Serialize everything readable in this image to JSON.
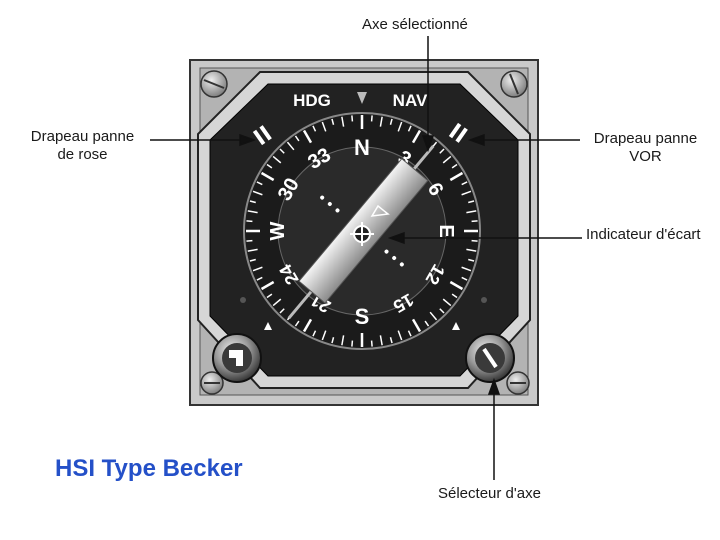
{
  "title": "HSI Type Becker",
  "instrument": {
    "hdg_label": "HDG",
    "nav_label": "NAV",
    "compass_labels": [
      "N",
      "3",
      "6",
      "E",
      "12",
      "15",
      "S",
      "21",
      "24",
      "W",
      "30",
      "33"
    ]
  },
  "callouts": {
    "axe_selectionne": "Axe sélectionné",
    "drapeau_rose_line1": "Drapeau panne",
    "drapeau_rose_line2": "de rose",
    "drapeau_vor_line1": "Drapeau panne",
    "drapeau_vor_line2": "VOR",
    "indicateur_ecart": "Indicateur d'écart",
    "selecteur_axe": "Sélecteur d'axe"
  }
}
